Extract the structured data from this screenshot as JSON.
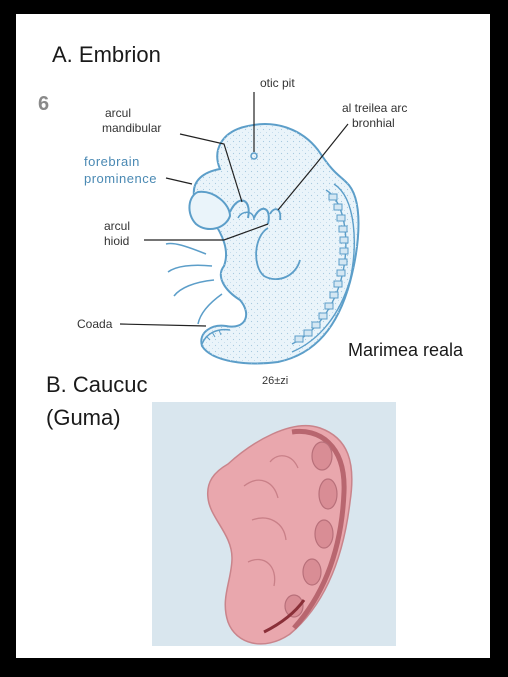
{
  "section_a": {
    "title": "A. Embrion",
    "page_number": "6"
  },
  "labels": {
    "otic_pit": "otic pit",
    "mandibular_arch": [
      "arcul",
      "mandibular"
    ],
    "third_branchial_arch": [
      "al treilea arc",
      "bronhial"
    ],
    "forebrain": [
      "forebrain",
      "prominence"
    ],
    "hyoid_arch": [
      "arcul",
      "hioid"
    ],
    "tail": "Coada",
    "real_size": "Marimea reala"
  },
  "section_b": {
    "title_line1": "B. Caucuc",
    "title_line2": "(Guma)",
    "age": "26±zi"
  },
  "colors": {
    "frame": "#000000",
    "embryo_outline": "#5c9ec9",
    "embryo_fill": "#eaf4fa",
    "model_pink": "#e9a7ad",
    "photo_bg": "#d9e6ee"
  }
}
